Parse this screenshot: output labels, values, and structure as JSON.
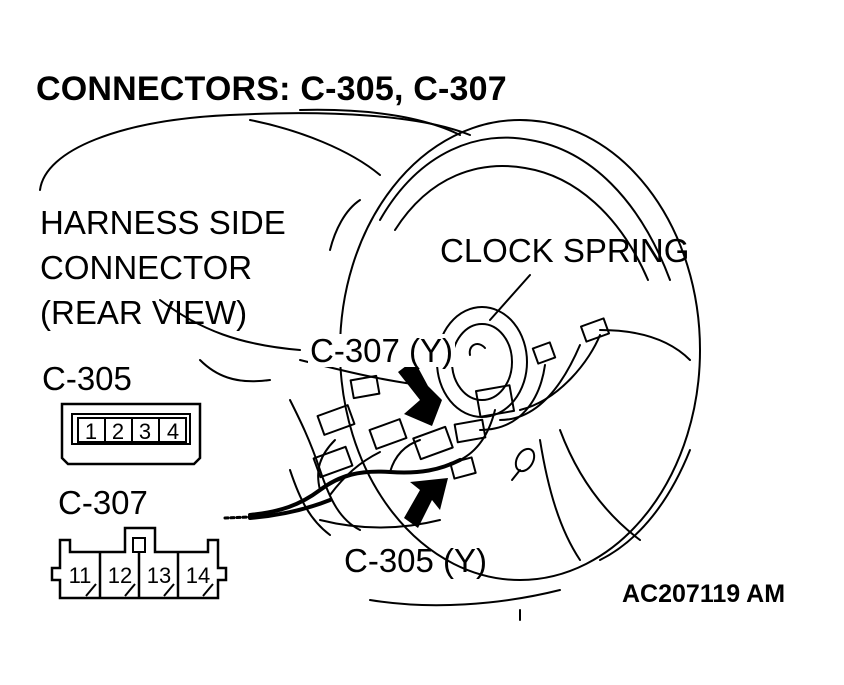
{
  "title": "CONNECTORS: C-305, C-307",
  "harness_label": [
    "HARNESS SIDE",
    "CONNECTOR",
    "(REAR VIEW)"
  ],
  "clock_spring_label": "CLOCK SPRING",
  "c307_callout": "C-307 (Y)",
  "c305_callout": "C-305 (Y)",
  "c305_name": "C-305",
  "c307_name": "C-307",
  "c305_pins": [
    "1",
    "2",
    "3",
    "4"
  ],
  "c307_pins": [
    "11",
    "12",
    "13",
    "14"
  ],
  "figure_ref": "AC207119 AM"
}
